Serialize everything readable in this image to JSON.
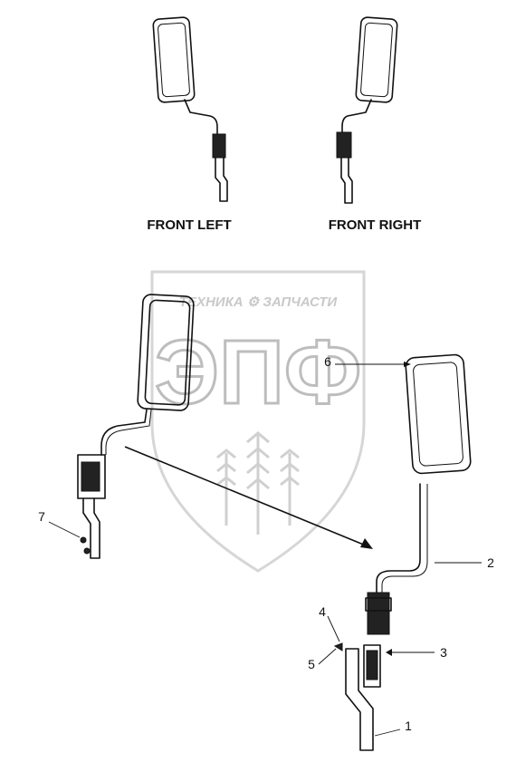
{
  "views": {
    "front_left": "FRONT LEFT",
    "front_right": "FRONT RIGHT"
  },
  "watermark": {
    "top_text": "ТЕХНИКА ⚙ ЗАПЧАСТИ",
    "logo_text": "ЭПФ"
  },
  "callouts": {
    "c1": "1",
    "c2": "2",
    "c3": "3",
    "c4": "4",
    "c5": "5",
    "c6": "6",
    "c7": "7"
  },
  "colors": {
    "line": "#111111",
    "watermark": "#c9c9c9",
    "background": "#ffffff"
  }
}
